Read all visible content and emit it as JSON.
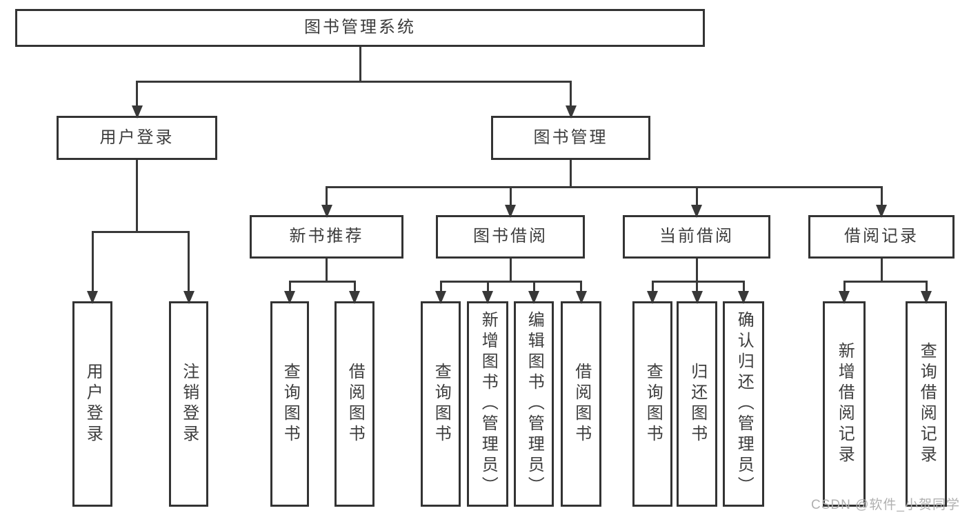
{
  "diagram": {
    "title": "图书管理系统",
    "colors": {
      "box_border": "#333333",
      "line": "#383838",
      "text": "#3d3d3d",
      "background": "#ffffff",
      "watermark": "#b0b0b0"
    },
    "nodes": [
      {
        "id": "root",
        "label": "图书管理系统",
        "children": [
          "user-login",
          "book-mgmt"
        ]
      },
      {
        "id": "user-login",
        "label": "用户登录",
        "children": [
          "ul-login",
          "ul-logout"
        ]
      },
      {
        "id": "book-mgmt",
        "label": "图书管理",
        "children": [
          "new-books",
          "book-borrow",
          "current-borrow",
          "borrow-records"
        ]
      },
      {
        "id": "new-books",
        "label": "新书推荐",
        "children": [
          "nb-query",
          "nb-borrow"
        ]
      },
      {
        "id": "book-borrow",
        "label": "图书借阅",
        "children": [
          "bb-query",
          "bb-add",
          "bb-edit",
          "bb-borrow"
        ]
      },
      {
        "id": "current-borrow",
        "label": "当前借阅",
        "children": [
          "cb-query",
          "cb-return",
          "cb-confirm"
        ]
      },
      {
        "id": "borrow-records",
        "label": "借阅记录",
        "children": [
          "br-add",
          "br-query"
        ]
      },
      {
        "id": "ul-login",
        "label": "用户登录",
        "children": []
      },
      {
        "id": "ul-logout",
        "label": "注销登录",
        "children": []
      },
      {
        "id": "nb-query",
        "label": "查询图书",
        "children": []
      },
      {
        "id": "nb-borrow",
        "label": "借阅图书",
        "children": []
      },
      {
        "id": "bb-query",
        "label": "查询图书",
        "children": []
      },
      {
        "id": "bb-add",
        "label": "新增图书（管理员）",
        "children": []
      },
      {
        "id": "bb-edit",
        "label": "编辑图书（管理员）",
        "children": []
      },
      {
        "id": "bb-borrow",
        "label": "借阅图书",
        "children": []
      },
      {
        "id": "cb-query",
        "label": "查询图书",
        "children": []
      },
      {
        "id": "cb-return",
        "label": "归还图书",
        "children": []
      },
      {
        "id": "cb-confirm",
        "label": "确认归还（管理员）",
        "children": []
      },
      {
        "id": "br-add",
        "label": "新增借阅记录",
        "children": []
      },
      {
        "id": "br-query",
        "label": "查询借阅记录",
        "children": []
      }
    ]
  },
  "watermark": {
    "text": "CSDN @软件_小贺同学"
  }
}
